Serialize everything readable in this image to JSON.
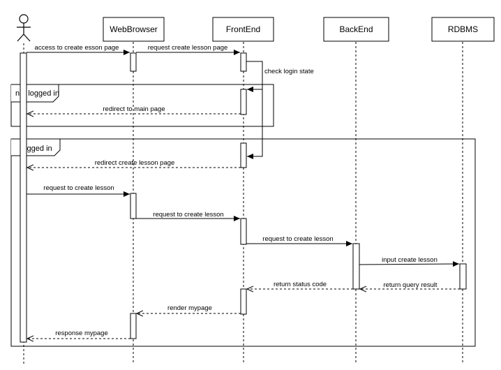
{
  "participants": {
    "actor": "",
    "webbrowser": "WebBrowser",
    "frontend": "FrontEnd",
    "backend": "BackEnd",
    "rdbms": "RDBMS"
  },
  "fragments": {
    "not_logged_in": "not logged in",
    "logged_in": "logged in"
  },
  "messages": {
    "m1": "access to create esson page",
    "m2": "request create lesson page",
    "m3": "check login state",
    "m4": "redirect to main page",
    "m5": "redirect create lesson page",
    "m6": "request to create lesson",
    "m7": "request to create lesson",
    "m8": "request to create lesson",
    "m9": "input create lesson",
    "m10": "return status code",
    "m11": "return query result",
    "m12": "render mypage",
    "m13": "response mypage"
  }
}
